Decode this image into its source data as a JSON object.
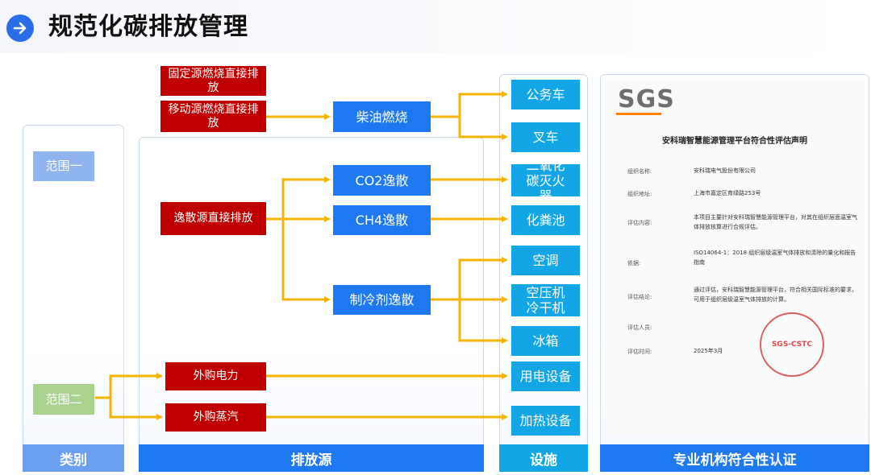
{
  "header": {
    "title": "规范化碳排放管理"
  },
  "columns": {
    "category": "类别",
    "source": "排放源",
    "facility": "设施",
    "cert": "专业机构符合性认证"
  },
  "scopes": {
    "scope1": "范围一",
    "scope2": "范围二"
  },
  "sources": {
    "fixed": "固定源燃烧直接排放",
    "mobile": "移动源燃烧直接排放",
    "fugitive": "逸散源直接排放",
    "electricity": "外购电力",
    "steam": "外购蒸汽"
  },
  "processes": {
    "diesel": "柴油燃烧",
    "co2": "CO2逸散",
    "ch4": "CH4逸散",
    "refrigerant": "制冷剂逸散"
  },
  "facilities": {
    "car": "公务车",
    "forklift": "叉车",
    "extinguisher": "二氧化碳灭火器",
    "septic": "化粪池",
    "ac": "空调",
    "compressor": "空压机冷干机",
    "fridge": "冰箱",
    "power": "用电设备",
    "heating": "加热设备"
  },
  "certificate": {
    "logo": "SGS",
    "title": "安科瑞智慧能源管理平台符合性评估声明",
    "rows": [
      {
        "label": "组织名称:",
        "value": "安科瑞电气股份有限公司"
      },
      {
        "label": "组织地址:",
        "value": "上海市嘉定区育绿路253号"
      },
      {
        "label": "评估内容:",
        "value": "本项目主要针对安科瑞智慧能源管理平台，对其在组织层面温室气体排放核算进行合规评估。"
      },
      {
        "label": "依据:",
        "value": "ISO14064-1：2018 组织层级温室气体排放和清除的量化和报告指南"
      },
      {
        "label": "评估结论:",
        "value": "通过评估，安科瑞智慧能源管理平台，符合相关国际标准的要求，可用于组织层级温室气体排放的计算。"
      },
      {
        "label": "评估人员:",
        "value": ""
      },
      {
        "label": "评估时间:",
        "value": "2025年3月"
      }
    ],
    "stamp": "SGS-CSTC"
  },
  "colors": {
    "red": "#c00000",
    "blue": "#1e79f0",
    "cyan": "#12a6e6",
    "arrow": "#f5b400",
    "footer": "#1e79f0"
  }
}
